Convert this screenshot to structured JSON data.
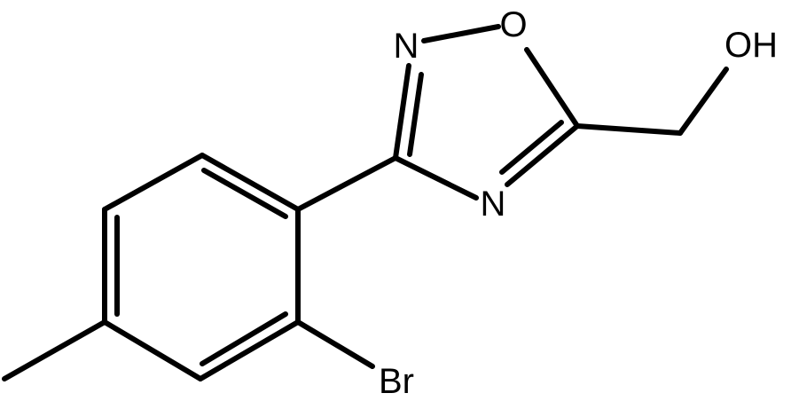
{
  "molecule": {
    "atom_labels": {
      "ring_n_top": "N",
      "ring_o": "O",
      "ring_n_bottom": "N",
      "hydroxyl": "OH",
      "bromine": "Br"
    },
    "bond_color": "#000000",
    "background_color": "#ffffff"
  }
}
